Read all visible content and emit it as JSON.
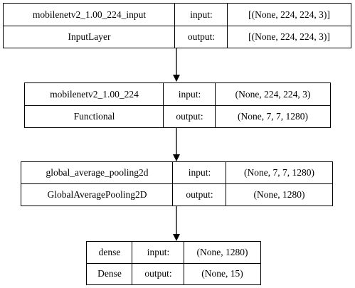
{
  "layers": [
    {
      "name": "mobilenetv2_1.00_224_input",
      "type": "InputLayer",
      "input_label": "input:",
      "input_shape": "[(None, 224, 224, 3)]",
      "output_label": "output:",
      "output_shape": "[(None, 224, 224, 3)]"
    },
    {
      "name": "mobilenetv2_1.00_224",
      "type": "Functional",
      "input_label": "input:",
      "input_shape": "(None, 224, 224, 3)",
      "output_label": "output:",
      "output_shape": "(None, 7, 7, 1280)"
    },
    {
      "name": "global_average_pooling2d",
      "type": "GlobalAveragePooling2D",
      "input_label": "input:",
      "input_shape": "(None, 7, 7, 1280)",
      "output_label": "output:",
      "output_shape": "(None, 1280)"
    },
    {
      "name": "dense",
      "type": "Dense",
      "input_label": "input:",
      "input_shape": "(None, 1280)",
      "output_label": "output:",
      "output_shape": "(None, 15)"
    }
  ]
}
